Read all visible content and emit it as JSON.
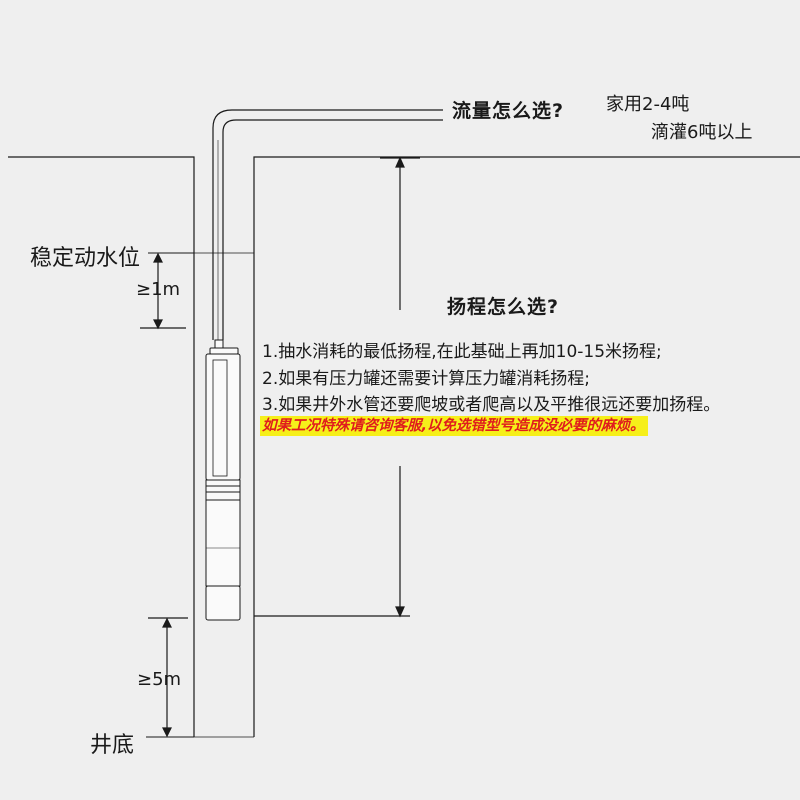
{
  "flow": {
    "title": "流量怎么选?",
    "home": "家用2-4吨",
    "drip": "滴灌6吨以上"
  },
  "water_level": {
    "label": "稳定动水位",
    "min_depth": "≥1m"
  },
  "well_bottom": {
    "label": "井底",
    "min_clearance": "≥5m"
  },
  "head": {
    "title": "扬程怎么选?",
    "tips": [
      "1.抽水消耗的最低扬程,在此基础上再加10-15米扬程;",
      "2.如果有压力罐还需要计算压力罐消耗扬程;",
      "3.如果井外水管还要爬坡或者爬高以及平推很远还要加扬程。"
    ],
    "warning": "如果工况特殊请咨询客服,以免选错型号造成没必要的麻烦。"
  },
  "colors": {
    "background": "#efefef",
    "line": "#1a1a1a",
    "warning_text": "#e01d1d",
    "warning_bg": "#f6ef1a"
  }
}
